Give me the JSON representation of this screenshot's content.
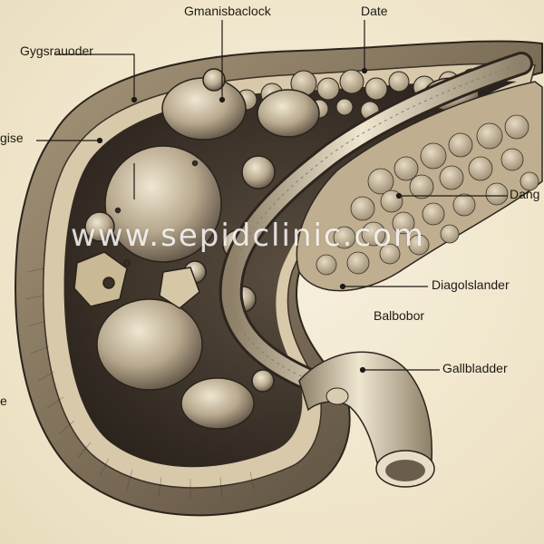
{
  "labels": {
    "top_center": "Gmanisbaclock",
    "top_right": "Date",
    "top_left": "Gygsrauoder",
    "left_mid": "gise",
    "left_low": "e",
    "right_1": "Dang",
    "right_2": "Diagolslander",
    "right_3": "Balbobor",
    "right_4": "Gallbladder"
  },
  "watermark": "www.sepidclinic.com",
  "colors": {
    "background": "#f3ead4",
    "ink": "#1e1a14",
    "tissue_dark": "#3a3128",
    "tissue_mid": "#8b7b63",
    "tissue_light": "#d9ccb0"
  }
}
